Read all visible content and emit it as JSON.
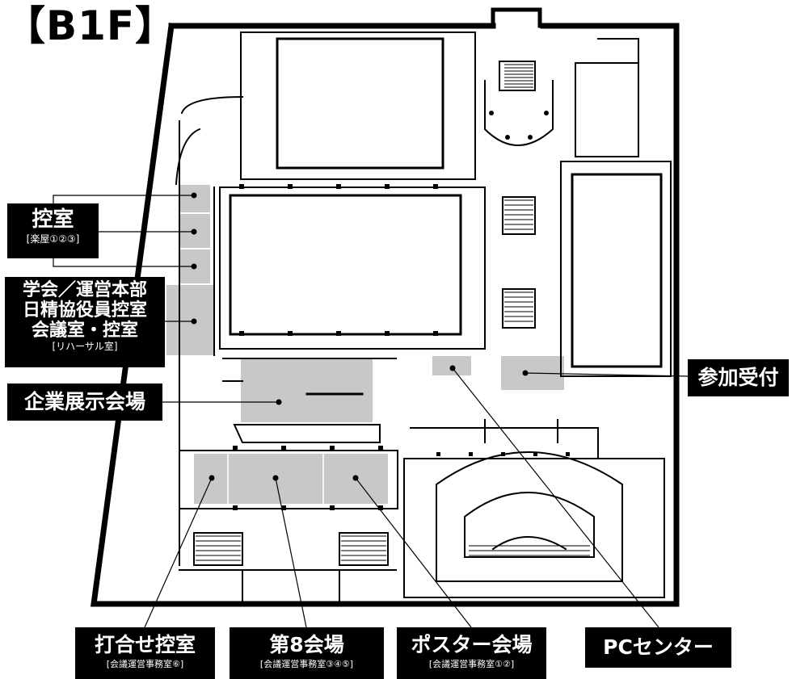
{
  "floor": "【B1F】",
  "labels": {
    "hikae": {
      "main": "控室",
      "sub": "[楽屋①②③]"
    },
    "gakkai": {
      "line1": "学会／運営本部",
      "line2": "日精協役員控室",
      "line3": "会議室・控室",
      "sub": "[リハーサル室]"
    },
    "kigyo": {
      "main": "企業展示会場"
    },
    "sanka": {
      "main": "参加受付"
    },
    "uchiawase": {
      "main": "打合せ控室",
      "sub": "[会議運営事務室⑥]"
    },
    "dai8": {
      "main": "第8会場",
      "sub": "[会議運営事務室③④⑤]"
    },
    "poster": {
      "main": "ポスター会場",
      "sub": "[会議運営事務室①②]"
    },
    "pc": {
      "main": "PCセンター"
    }
  },
  "colors": {
    "highlight": "#c8c8c8",
    "wall": "#000000",
    "label_bg": "#000000",
    "label_text": "#ffffff"
  }
}
